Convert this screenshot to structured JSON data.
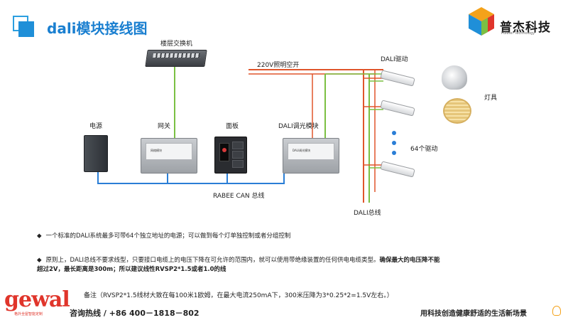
{
  "header": {
    "title": "dali模块接线图",
    "logo_text": "普杰科技",
    "logo_sub": "Puiete! Technology"
  },
  "diagram": {
    "switch_label": "楼层交换机",
    "breaker_label": "220V照明空开",
    "dali_driver_label": "DALI驱动",
    "lamp_label": "灯具",
    "psu_label": "电源",
    "gateway_label": "网关",
    "panel_label": "面板",
    "dimmer_label": "DALI调光模块",
    "drivers_count_label": "64个驱动",
    "can_bus_label": "RABEE CAN 总线",
    "dali_bus_label": "DALI总线",
    "gateway_face_text": "网络模块",
    "dimmer_face_text": "DALI调光模块"
  },
  "notes": {
    "bullet": "◆",
    "line1": "一个标准的DALI系统最多可带64个独立地址的电源；可以做到每个灯单独控制或者分组控制",
    "line2_a": "原则上，DALI总线不要求线型，只要接口电缆上的电压下降在可允许的范围内，就可以使用带绝缘装置的任何供电电缆类型。",
    "line2_b": "确保最大的电压降不能",
    "line3": "超过2V，最长距离是300m；所以建议线性RVSP2*1.5或者1.0的线",
    "remark": "备注（RVSP2*1.5线材大致在每100米1欧姆，在最大电流250mA下，300米压降为3*0.25*2=1.5V左右。）"
  },
  "footer": {
    "brand": "gewal",
    "brand_sub": "格外全屋智能定制",
    "hotline": "咨询热线 / +86 400－1818－802",
    "slogan": "用科技创造健康舒适的生活新场景"
  },
  "colors": {
    "accent": "#1a7fd0",
    "power_line": "#e0552b",
    "green_line": "#7bc043",
    "blue_bus": "#2a7ed6",
    "brand_red": "#e0352b"
  }
}
